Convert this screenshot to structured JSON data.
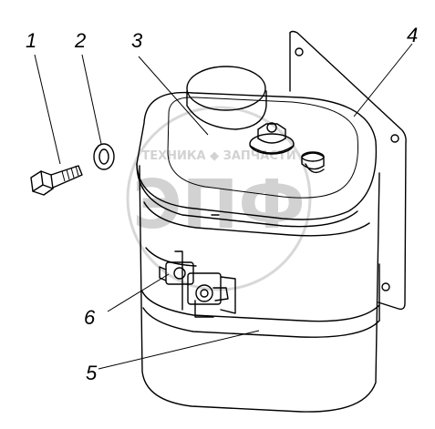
{
  "callouts": [
    {
      "id": "1",
      "label": "1"
    },
    {
      "id": "2",
      "label": "2"
    },
    {
      "id": "3",
      "label": "3"
    },
    {
      "id": "4",
      "label": "4"
    },
    {
      "id": "5",
      "label": "5"
    },
    {
      "id": "6",
      "label": "6"
    }
  ],
  "watermark": {
    "line1": "ТЕХНИКА ◆ ЗАПЧАСТИ",
    "logo": "ЭПФ"
  },
  "colors": {
    "line": "#000000",
    "background": "#ffffff",
    "watermark": "#c8c8c8"
  }
}
